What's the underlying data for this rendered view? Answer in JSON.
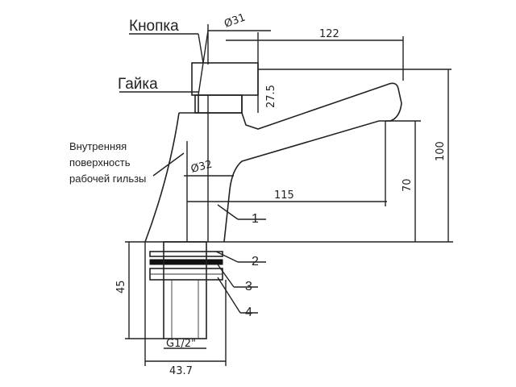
{
  "labels": {
    "button": "Кнопка",
    "nut": "Гайка",
    "inner_line1": "Внутренняя",
    "inner_line2": "поверхность",
    "inner_line3": "рабочей гильзы"
  },
  "dimensions": {
    "d31": "Ø31",
    "d32": "Ø32",
    "l122": "122",
    "l115": "115",
    "h27": "27.5",
    "h100": "100",
    "h70": "70",
    "h45": "45",
    "thread": "G1/2\"",
    "w437": "43.7"
  },
  "callouts": [
    "1",
    "2",
    "3",
    "4"
  ]
}
